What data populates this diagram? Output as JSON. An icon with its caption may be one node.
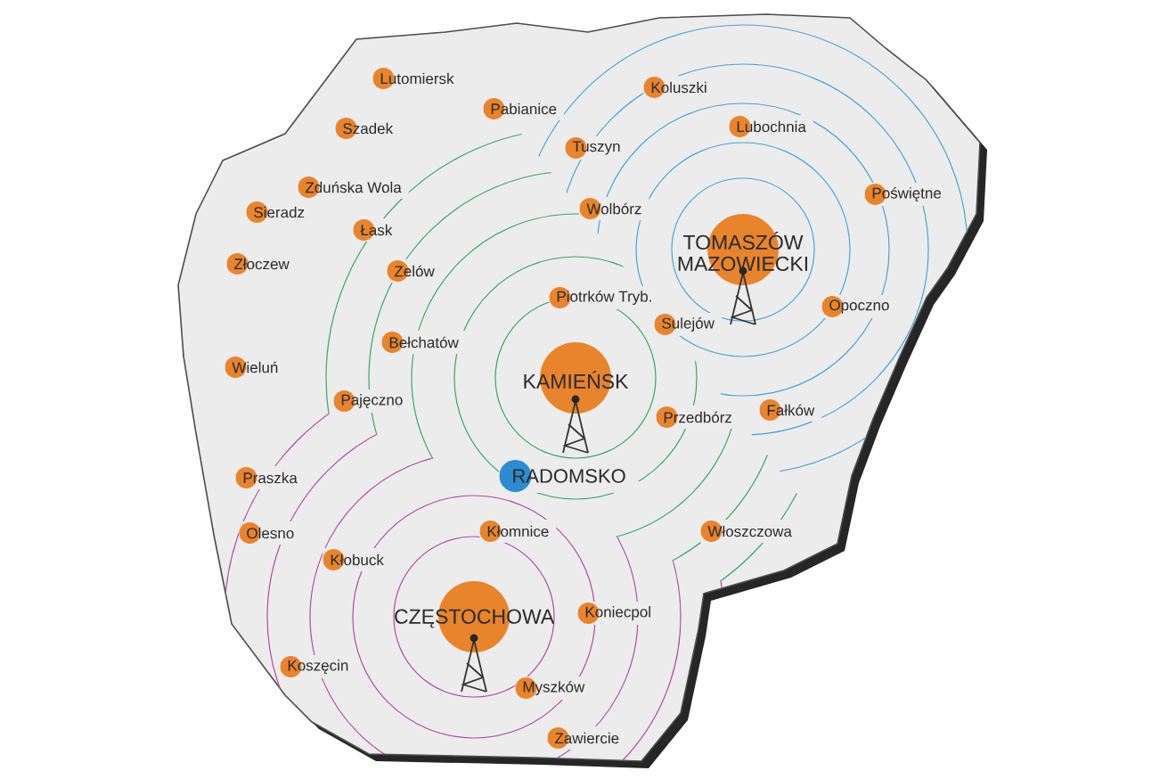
{
  "diagram": {
    "labels": [
      "Lutomiersk",
      "Pabianice",
      "Koluszki",
      "Szadek",
      "Lubochnia",
      "Tuszyn",
      "Zduńska Wola",
      "Poświętne",
      "Wolbórz",
      "Sieradz",
      "Łask",
      "TOMASZÓW MAZOWIECKI",
      "Złoczew",
      "Zelów",
      "Piotrków Tryb.",
      "Opoczno",
      "Sulejów",
      "Bełchatów",
      "Wieluń",
      "KAMIEŃSK",
      "Pajęczno",
      "Fałków",
      "Przedbórz",
      "RADOMSKO",
      "Praszka",
      "Włoszczowa",
      "Olesno",
      "Kłomnice",
      "Kłobuck",
      "Koniecpol",
      "CZĘSTOCHOWA",
      "Koszęcin",
      "Myszków",
      "Zawiercie"
    ]
  }
}
